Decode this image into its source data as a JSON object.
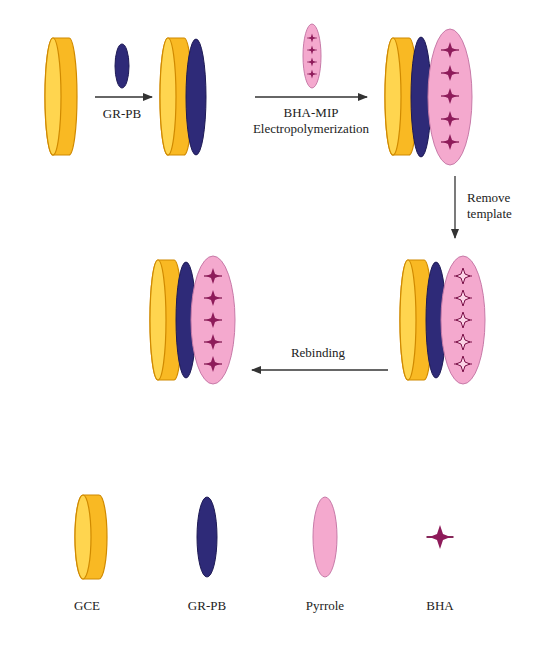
{
  "diagram": {
    "labels": [
      "GR-PB",
      "BHA-MIP Electropolymerization",
      "Remove template",
      "Rebinding"
    ],
    "legend": [
      {
        "text": "GCE"
      },
      {
        "text": "GR-PB"
      },
      {
        "text": "Pyrrole"
      },
      {
        "text": "BHA"
      }
    ]
  }
}
